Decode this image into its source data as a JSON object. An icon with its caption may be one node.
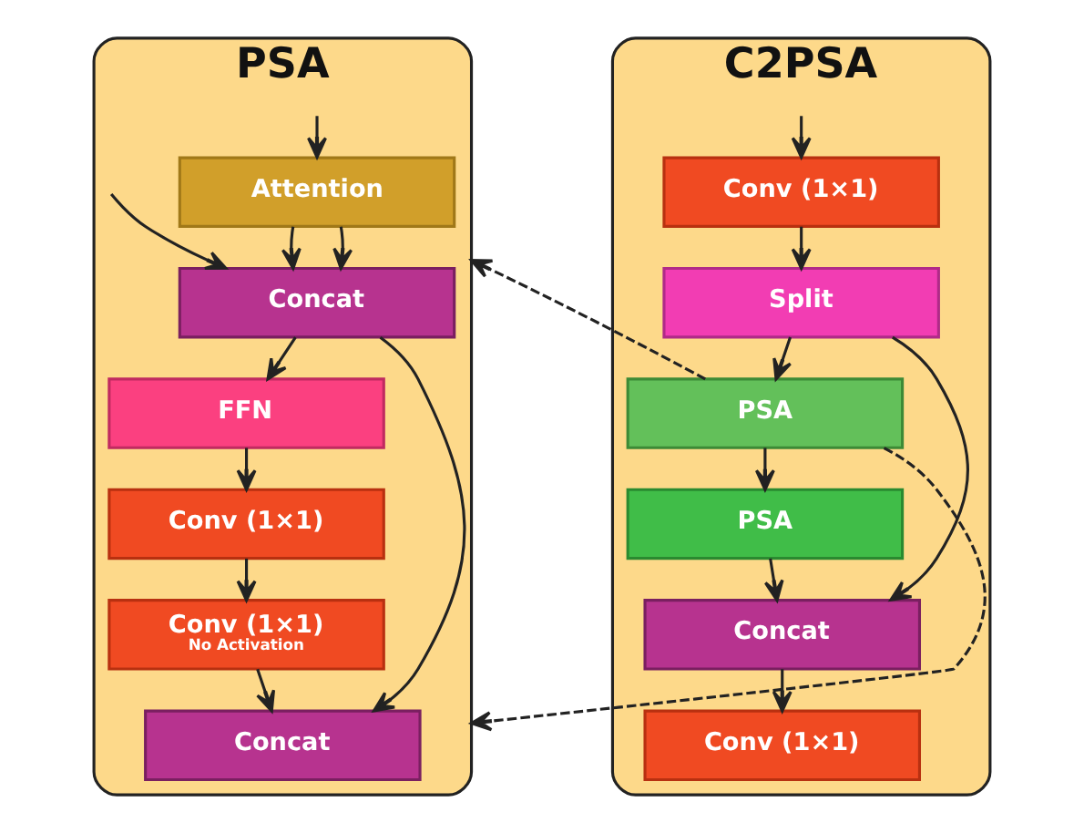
{
  "diagram": {
    "nodes": [
      {
        "text": [
          "PSA"
        ]
      },
      {
        "text": [
          "Attention"
        ],
        "in": 0
      },
      {
        "text": [
          "Concat"
        ],
        "in": 0
      },
      {
        "text": [
          "FFN"
        ],
        "in": 0
      },
      {
        "text": [
          "Conv (1×1)"
        ],
        "in": 0
      },
      {
        "text": [
          "Conv (1×1)",
          "No Activation"
        ],
        "in": 0
      },
      {
        "text": [
          "Concat"
        ],
        "in": 0
      },
      {
        "text": [
          "C2PSA"
        ]
      },
      {
        "text": [
          "Conv (1×1)"
        ],
        "in": 7
      },
      {
        "text": [
          "Split"
        ],
        "in": 7
      },
      {
        "text": [
          "PSA"
        ],
        "in": 7
      },
      {
        "text": [
          "PSA"
        ],
        "in": 7
      },
      {
        "text": [
          "Concat"
        ],
        "in": 7
      },
      {
        "text": [
          "Conv (1×1)"
        ],
        "in": 7
      }
    ],
    "edges": [
      {
        "from": null,
        "to": 1,
        "arrow": "to"
      },
      {
        "from": null,
        "to": 2,
        "arrow": "to"
      },
      {
        "from": 1,
        "to": 2,
        "arrow": "to"
      },
      {
        "from": 1,
        "to": 2,
        "arrow": "to"
      },
      {
        "from": 2,
        "to": 3,
        "arrow": "to"
      },
      {
        "from": 2,
        "to": 6,
        "arrow": "to"
      },
      {
        "from": 3,
        "to": 4,
        "arrow": "to"
      },
      {
        "from": 4,
        "to": 5,
        "arrow": "to"
      },
      {
        "from": 5,
        "to": 6,
        "arrow": "to"
      },
      {
        "from": null,
        "to": 8,
        "arrow": "to"
      },
      {
        "from": 8,
        "to": 9,
        "arrow": "to"
      },
      {
        "from": 9,
        "to": 10,
        "arrow": "to"
      },
      {
        "from": 9,
        "to": 12,
        "arrow": "to"
      },
      {
        "from": 10,
        "to": 11,
        "arrow": "to"
      },
      {
        "from": 11,
        "to": 12,
        "arrow": "to"
      },
      {
        "from": 12,
        "to": 13,
        "arrow": "to"
      },
      {
        "from": 10,
        "to": 0,
        "arrow": "to",
        "style": "dashed"
      },
      {
        "from": 10,
        "to": 0,
        "arrow": "to",
        "style": "dashed"
      }
    ]
  }
}
